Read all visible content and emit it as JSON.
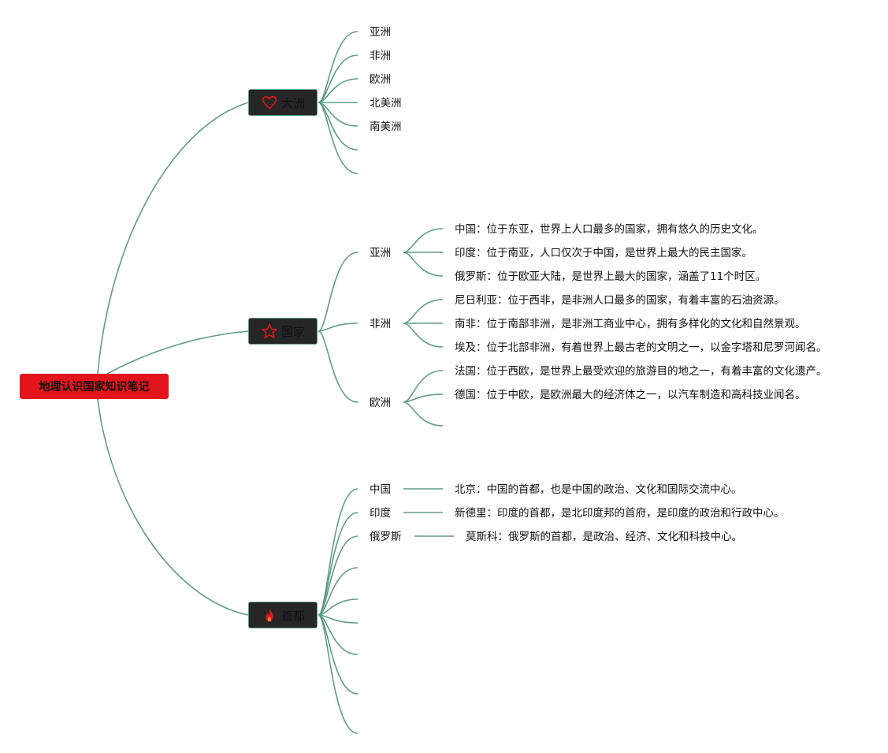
{
  "root": {
    "label": "地理认识国家知识笔记",
    "color": "#e3141c"
  },
  "line_color": "#5e9c88",
  "branches": [
    {
      "label": "大洲",
      "icon": "heart-icon",
      "children": [
        "亚洲",
        "非洲",
        "欧洲",
        "北美洲",
        "南美洲",
        "",
        ""
      ]
    },
    {
      "label": "国家",
      "icon": "star-icon",
      "groups": [
        {
          "label": "亚洲",
          "items": [
            "中国：位于东亚，世界上人口最多的国家，拥有悠久的历史文化。",
            "印度：位于南亚，人口仅次于中国，是世界上最大的民主国家。",
            "俄罗斯：位于欧亚大陆，是世界上最大的国家，涵盖了11个时区。"
          ]
        },
        {
          "label": "非洲",
          "items": [
            "尼日利亚：位于西非，是非洲人口最多的国家，有着丰富的石油资源。",
            "南非：位于南部非洲，是非洲工商业中心，拥有多样化的文化和自然景观。",
            "埃及：位于北部非洲，有着世界上最古老的文明之一，以金字塔和尼罗河闻名。"
          ]
        },
        {
          "label": "欧洲",
          "items": [
            "法国：位于西欧，是世界上最受欢迎的旅游目的地之一，有着丰富的文化遗产。",
            "德国：位于中欧，是欧洲最大的经济体之一，以汽车制造和高科技业闻名。",
            ""
          ]
        }
      ]
    },
    {
      "label": "首都",
      "icon": "fire-icon",
      "pairs": [
        {
          "label": "中国",
          "detail": "北京：中国的首都，也是中国的政治、文化和国际交流中心。"
        },
        {
          "label": "印度",
          "detail": "新德里：印度的首都，是北印度邦的首府，是印度的政治和行政中心。"
        },
        {
          "label": "俄罗斯",
          "detail": "莫斯科：俄罗斯的首都，是政治、经济、文化和科技中心。"
        },
        {
          "label": "",
          "detail": ""
        },
        {
          "label": "",
          "detail": ""
        },
        {
          "label": "",
          "detail": ""
        },
        {
          "label": "",
          "detail": ""
        },
        {
          "label": "",
          "detail": ""
        },
        {
          "label": "",
          "detail": ""
        },
        {
          "label": "",
          "detail": ""
        }
      ]
    }
  ]
}
